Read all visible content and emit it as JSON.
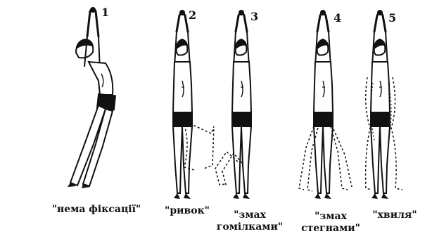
{
  "figures": [
    {
      "number": "1",
      "caption": [
        "\"нема фіксації\""
      ]
    },
    {
      "number": "2",
      "caption": [
        "\"ривок\""
      ]
    },
    {
      "number": "3",
      "caption": [
        "\"змах",
        "гомілками\""
      ]
    },
    {
      "number": "4",
      "caption": [
        "\"змах",
        "стегнами\""
      ]
    },
    {
      "number": "5",
      "caption": [
        "\"хвиля\""
      ]
    }
  ],
  "colors": {
    "ink": "#111111",
    "body": "#ffffff",
    "shorts": "#111111"
  }
}
